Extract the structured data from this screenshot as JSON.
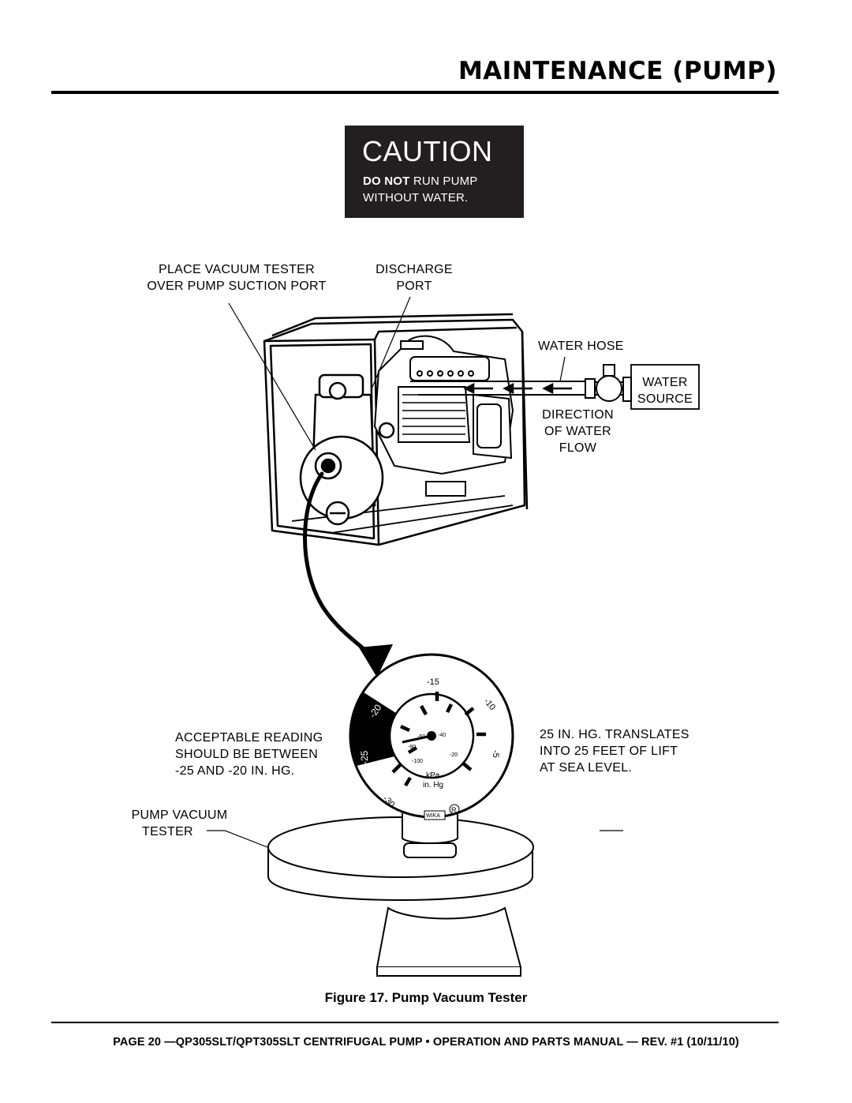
{
  "header": {
    "title": "MAINTENANCE (PUMP)"
  },
  "caution": {
    "title": "CAUTION",
    "line1_bold": "DO NOT",
    "line1_rest": " RUN PUMP",
    "line2": "WITHOUT WATER."
  },
  "callouts": {
    "vacuum_tester_place_1": "PLACE VACUUM TESTER",
    "vacuum_tester_place_2": "OVER PUMP SUCTION PORT",
    "discharge_1": "DISCHARGE",
    "discharge_2": "PORT",
    "water_hose": "WATER HOSE",
    "water_source_1": "WATER",
    "water_source_2": "SOURCE",
    "direction_1": "DIRECTION",
    "direction_2": "OF WATER",
    "direction_3": "FLOW",
    "acceptable_1": "ACCEPTABLE READING",
    "acceptable_2": "SHOULD BE BETWEEN",
    "acceptable_3": "-25 AND -20 IN. HG.",
    "lift_1": "25 IN. HG. TRANSLATES",
    "lift_2": "INTO 25 FEET OF LIFT",
    "lift_3": "AT SEA LEVEL.",
    "tester_1": "PUMP VACUUM",
    "tester_2": "TESTER"
  },
  "gauge": {
    "outer_ticks": [
      "-5",
      "-10",
      "-15",
      "-20",
      "-25",
      "-30"
    ],
    "inner_ticks": [
      "-20",
      "-40",
      "-60",
      "-80",
      "-100"
    ],
    "unit_kpa": "kPa",
    "unit_inhg": "in. Hg",
    "brand": "WIKA",
    "registered": "R",
    "acceptable_range_inhg": [
      -25,
      -20
    ]
  },
  "figure": {
    "caption": "Figure 17. Pump Vacuum Tester"
  },
  "footer": {
    "text": "PAGE 20 —QP305SLT/QPT305SLT CENTRIFUGAL PUMP • OPERATION AND PARTS MANUAL — REV. #1 (10/11/10)"
  }
}
